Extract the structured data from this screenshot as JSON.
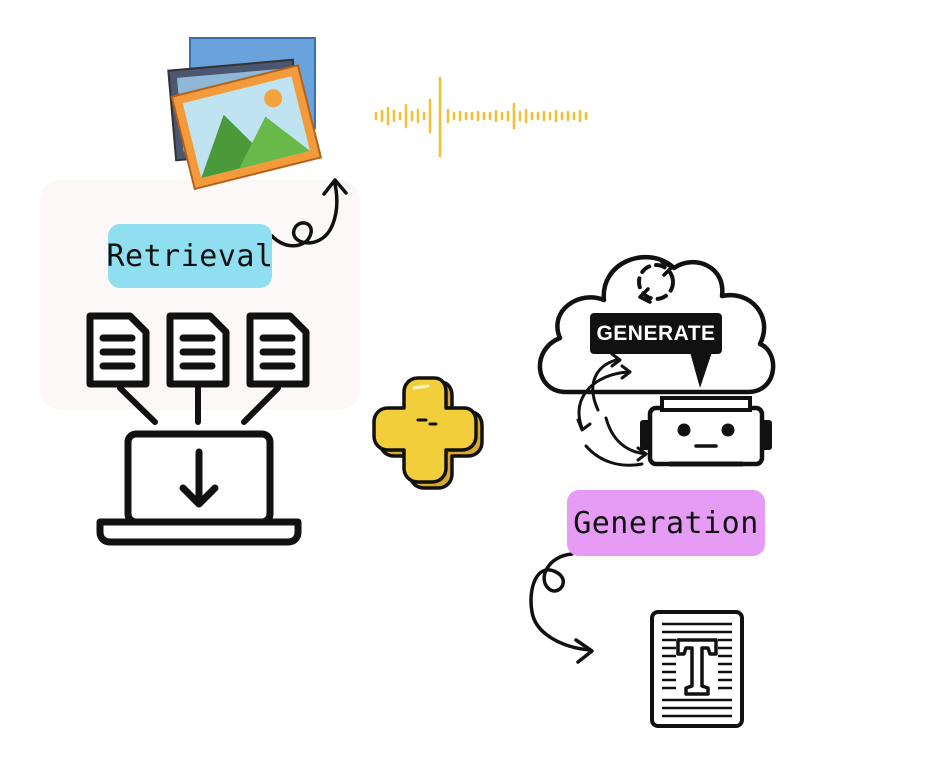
{
  "labels": {
    "retrieval": "Retrieval",
    "generation": "Generation",
    "generate": "GENERATE"
  },
  "colors": {
    "retrieval_pill": "#8fdff0",
    "generation_pill": "#e69bf4",
    "plus_fill": "#f2cf3a",
    "waveform": "#f0c23a",
    "ink": "#111111"
  },
  "icons": [
    "image-stack-icon",
    "audio-waveform-icon",
    "document-icon",
    "laptop-download-icon",
    "plus-icon",
    "cloud-sync-icon",
    "robot-icon",
    "text-document-icon"
  ]
}
